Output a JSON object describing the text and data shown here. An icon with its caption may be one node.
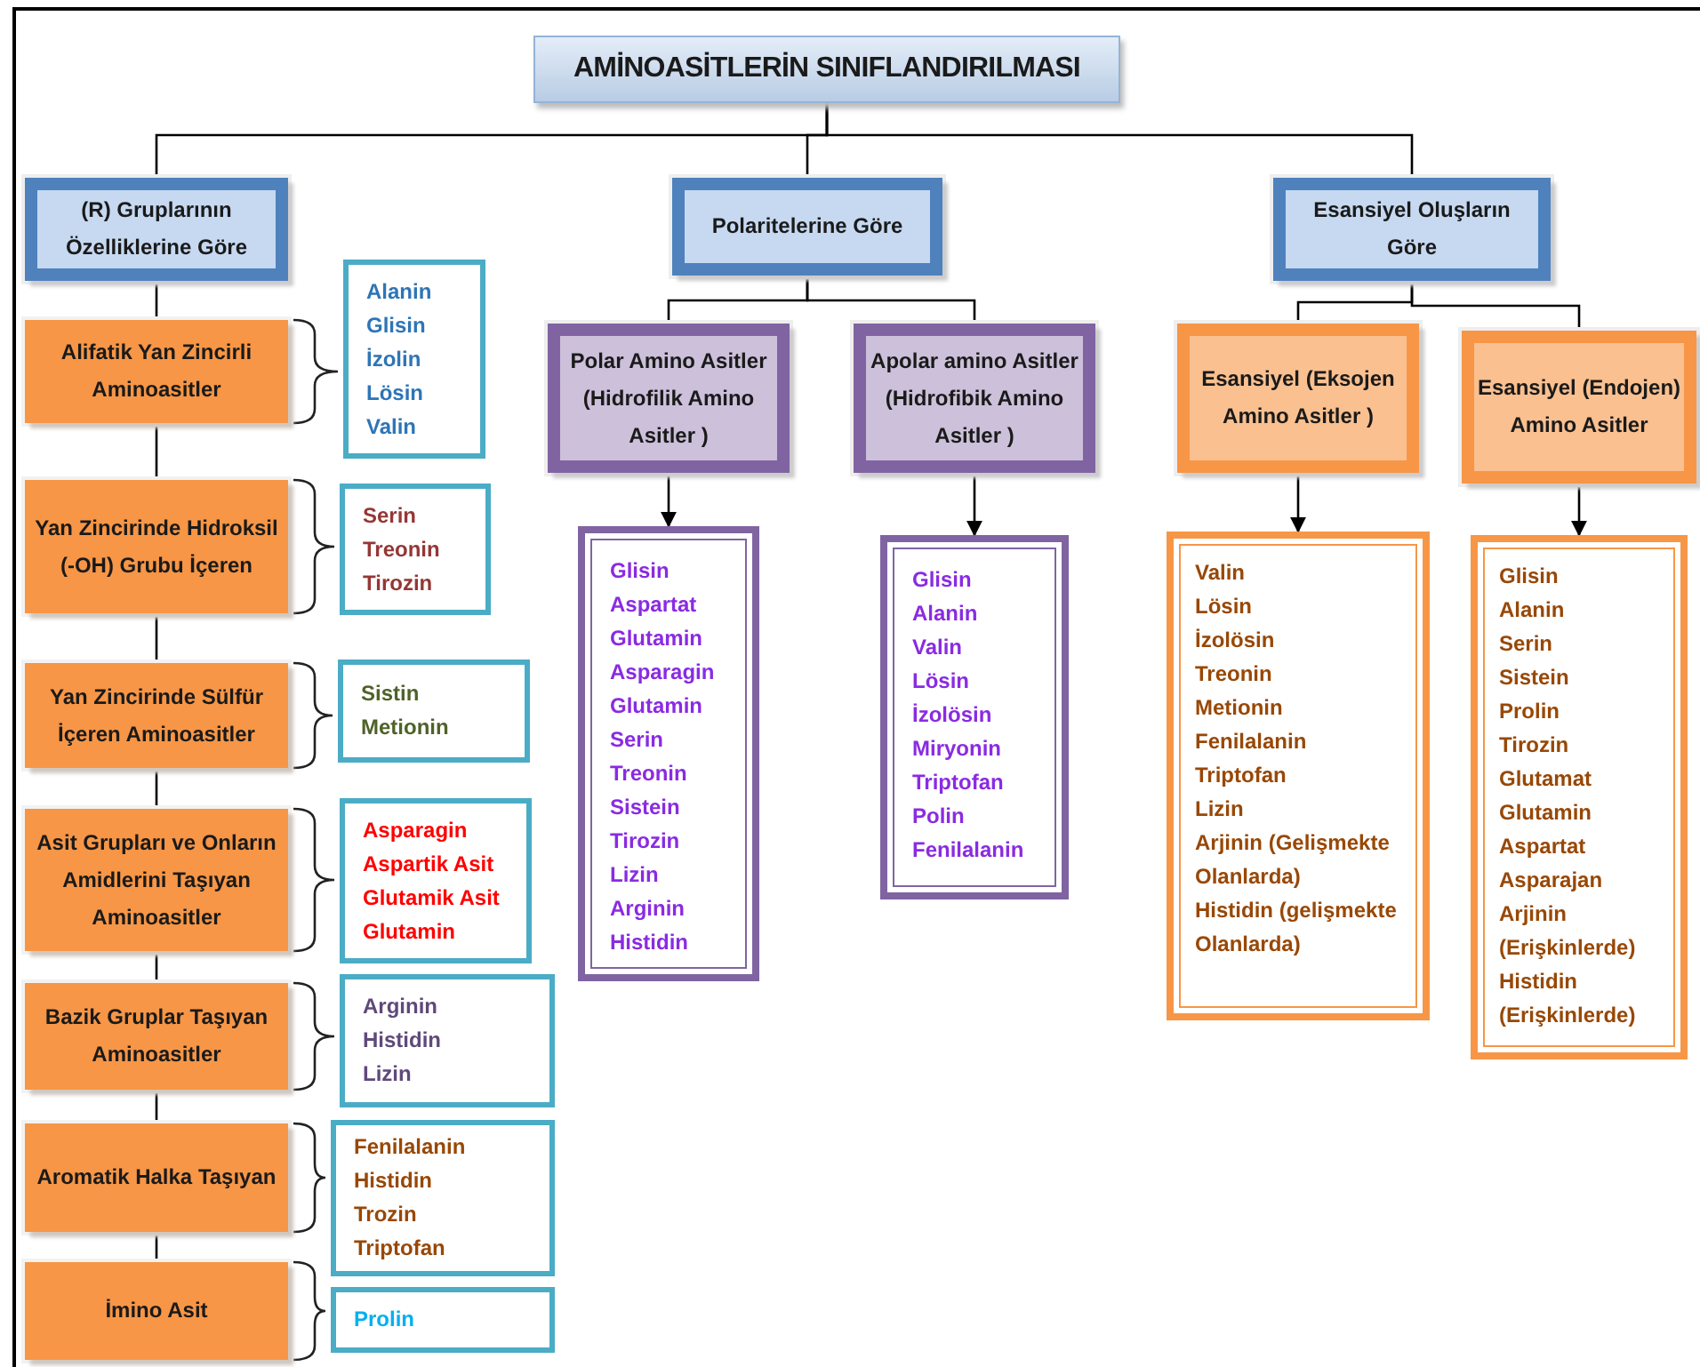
{
  "diagram": {
    "nodes": [
      {
        "text": [
          "AMİNOASİTLERİN SINIFLANDIRILMASI"
        ]
      },
      {
        "text": [
          "(R) Gruplarının Özelliklerine Göre"
        ]
      },
      {
        "text": [
          "Polaritelerine Göre"
        ]
      },
      {
        "text": [
          "Esansiyel Oluşların Göre"
        ]
      },
      {
        "text": [
          "Alifatik Yan Zincirli Aminoasitler"
        ]
      },
      {
        "text": [
          "Alanin",
          "Glisin",
          "İzolin",
          "Lösin",
          "Valin"
        ]
      },
      {
        "text": [
          "Yan Zincirinde Hidroksil (-OH) Grubu İçeren"
        ]
      },
      {
        "text": [
          "Serin",
          "Treonin",
          "Tirozin"
        ]
      },
      {
        "text": [
          "Yan Zincirinde Sülfür İçeren Aminoasitler"
        ]
      },
      {
        "text": [
          "Sistin",
          "Metionin"
        ]
      },
      {
        "text": [
          "Asit Grupları ve Onların Amidlerini Taşıyan Aminoasitler"
        ]
      },
      {
        "text": [
          "Asparagin",
          "Aspartik Asit",
          "Glutamik Asit",
          "Glutamin"
        ]
      },
      {
        "text": [
          "Bazik Gruplar Taşıyan Aminoasitler"
        ]
      },
      {
        "text": [
          "Arginin",
          "Histidin",
          "Lizin"
        ]
      },
      {
        "text": [
          "Aromatik Halka Taşıyan"
        ]
      },
      {
        "text": [
          "Fenilalanin",
          "Histidin",
          "Trozin",
          "Triptofan"
        ]
      },
      {
        "text": [
          "İmino Asit"
        ]
      },
      {
        "text": [
          "Prolin"
        ]
      },
      {
        "text": [
          "Polar Amino Asitler (Hidrofilik Amino Asitler )"
        ]
      },
      {
        "text": [
          "Apolar amino Asitler (Hidrofibik Amino Asitler )"
        ]
      },
      {
        "text": [
          "Glisin",
          "Aspartat",
          "Glutamin",
          "Asparagin",
          "Glutamin",
          "Serin",
          "Treonin",
          "Sistein",
          "Tirozin",
          "Lizin",
          "Arginin",
          "Histidin"
        ]
      },
      {
        "text": [
          "Glisin",
          "Alanin",
          "Valin",
          "Lösin",
          "İzolösin",
          "Miryonin",
          "Triptofan",
          "Polin",
          "Fenilalanin"
        ]
      },
      {
        "text": [
          "Esansiyel (Eksojen Amino Asitler )"
        ]
      },
      {
        "text": [
          "Esansiyel (Endojen) Amino Asitler"
        ]
      },
      {
        "text": [
          "Valin",
          "Lösin",
          "İzolösin",
          "Treonin",
          "Metionin",
          "Fenilalanin",
          "Triptofan",
          "Lizin",
          "Arjinin (Gelişmekte Olanlarda)",
          "Histidin (gelişmekte Olanlarda)"
        ]
      },
      {
        "text": [
          "Glisin",
          "Alanin",
          "Serin",
          "Sistein",
          "Prolin",
          "Tirozin",
          "Glutamat",
          "Glutamin",
          "Aspartat",
          "Asparajan",
          "Arjinin (Erişkinlerde)",
          "Histidin (Erişkinlerde)"
        ]
      }
    ],
    "edges": [
      {
        "from": 0,
        "to": 1,
        "arrow": "none"
      },
      {
        "from": 0,
        "to": 2,
        "arrow": "none"
      },
      {
        "from": 0,
        "to": 3,
        "arrow": "none"
      },
      {
        "from": 1,
        "to": 4,
        "arrow": "none"
      },
      {
        "from": 4,
        "to": 6,
        "arrow": "none"
      },
      {
        "from": 6,
        "to": 8,
        "arrow": "none"
      },
      {
        "from": 8,
        "to": 10,
        "arrow": "none"
      },
      {
        "from": 10,
        "to": 12,
        "arrow": "none"
      },
      {
        "from": 12,
        "to": 14,
        "arrow": "none"
      },
      {
        "from": 14,
        "to": 16,
        "arrow": "none"
      },
      {
        "from": 2,
        "to": 18,
        "arrow": "none"
      },
      {
        "from": 2,
        "to": 19,
        "arrow": "none"
      },
      {
        "from": 18,
        "to": 20,
        "arrow": "to"
      },
      {
        "from": 19,
        "to": 21,
        "arrow": "to"
      },
      {
        "from": 3,
        "to": 22,
        "arrow": "none"
      },
      {
        "from": 3,
        "to": 23,
        "arrow": "none"
      },
      {
        "from": 22,
        "to": 24,
        "arrow": "to"
      },
      {
        "from": 23,
        "to": 25,
        "arrow": "to"
      }
    ]
  }
}
